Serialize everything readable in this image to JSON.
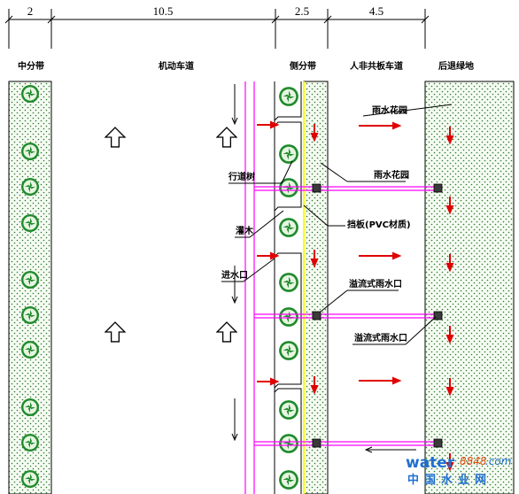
{
  "dimensions": [
    "2",
    "10.5",
    "2.5",
    "4.5"
  ],
  "zones": {
    "median": "中分带",
    "motorway": "机动车道",
    "side_divider": "侧分带",
    "sidewalk": "人非共板车道",
    "backyard_green": "后退绿地"
  },
  "labels": {
    "rain_garden_1": "雨水花园",
    "rain_garden_2": "雨水花园",
    "street_tree": "行道树",
    "shrub": "灌木",
    "baffle": "挡板(PVC材质)",
    "inlet": "进水口",
    "overflow_drain_1": "溢流式雨水口",
    "overflow_drain_2": "溢流式雨水口"
  },
  "watermark": {
    "brand": "water",
    "domain": "8848",
    "suffix": ".com",
    "chinese": "中国水业网"
  },
  "colors": {
    "planting_dots": "#2f7a2f",
    "planting_fill": "#f5fbf2",
    "flow_arrow": "#e00000",
    "pipe": "#ff00ff",
    "curb_line": "#ffff00",
    "drain_box": "#3a3a3a"
  }
}
